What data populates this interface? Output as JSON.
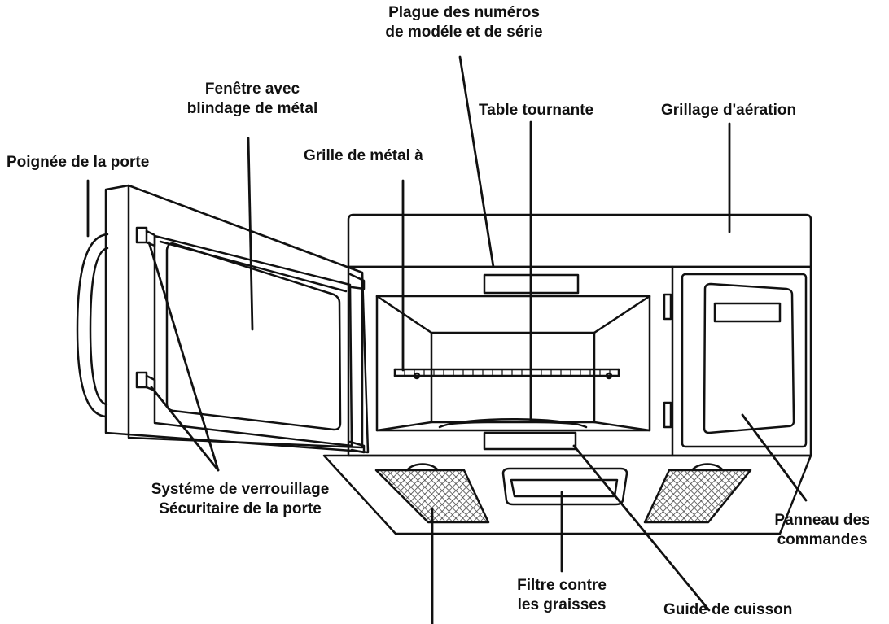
{
  "labels": {
    "plate": {
      "line1": "Plague des numéros",
      "line2": "de modéle et de série"
    },
    "window": {
      "line1": "Fenêtre avec",
      "line2": "blindage de métal"
    },
    "turntable": "Table tournante",
    "vent": "Grillage d'aération",
    "rack": "Grille de métal à",
    "handle": "Poignée de la porte",
    "lock": {
      "line1": "Systéme de verrouillage",
      "line2": "Sécuritaire de la porte"
    },
    "control": {
      "line1": "Panneau des",
      "line2": "commandes"
    },
    "grease": {
      "line1": "Filtre contre",
      "line2": "les graisses"
    },
    "guide": "Guide de cuisson"
  },
  "colors": {
    "ink": "#111111",
    "mesh": "#444444",
    "background": "#ffffff"
  }
}
